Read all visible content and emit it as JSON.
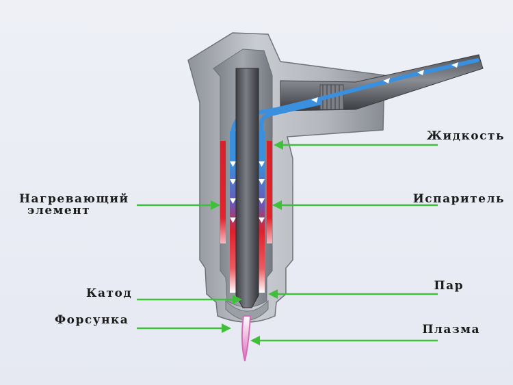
{
  "labels": {
    "liquid": "Жидкость",
    "heating_line1": "Нагревающий",
    "heating_line2": "элемент",
    "evaporator": "Испаритель",
    "cathode": "Катод",
    "steam": "Пар",
    "nozzle": "Форсунка",
    "plasma": "Плазма"
  },
  "colors": {
    "arrow": "#3fbf3a",
    "liquid_channel": "#3a8fdc",
    "heater": "#e0202a",
    "body": "#a9acb2",
    "cathode": "#5b5d63",
    "plasma": "#d86bb8"
  }
}
